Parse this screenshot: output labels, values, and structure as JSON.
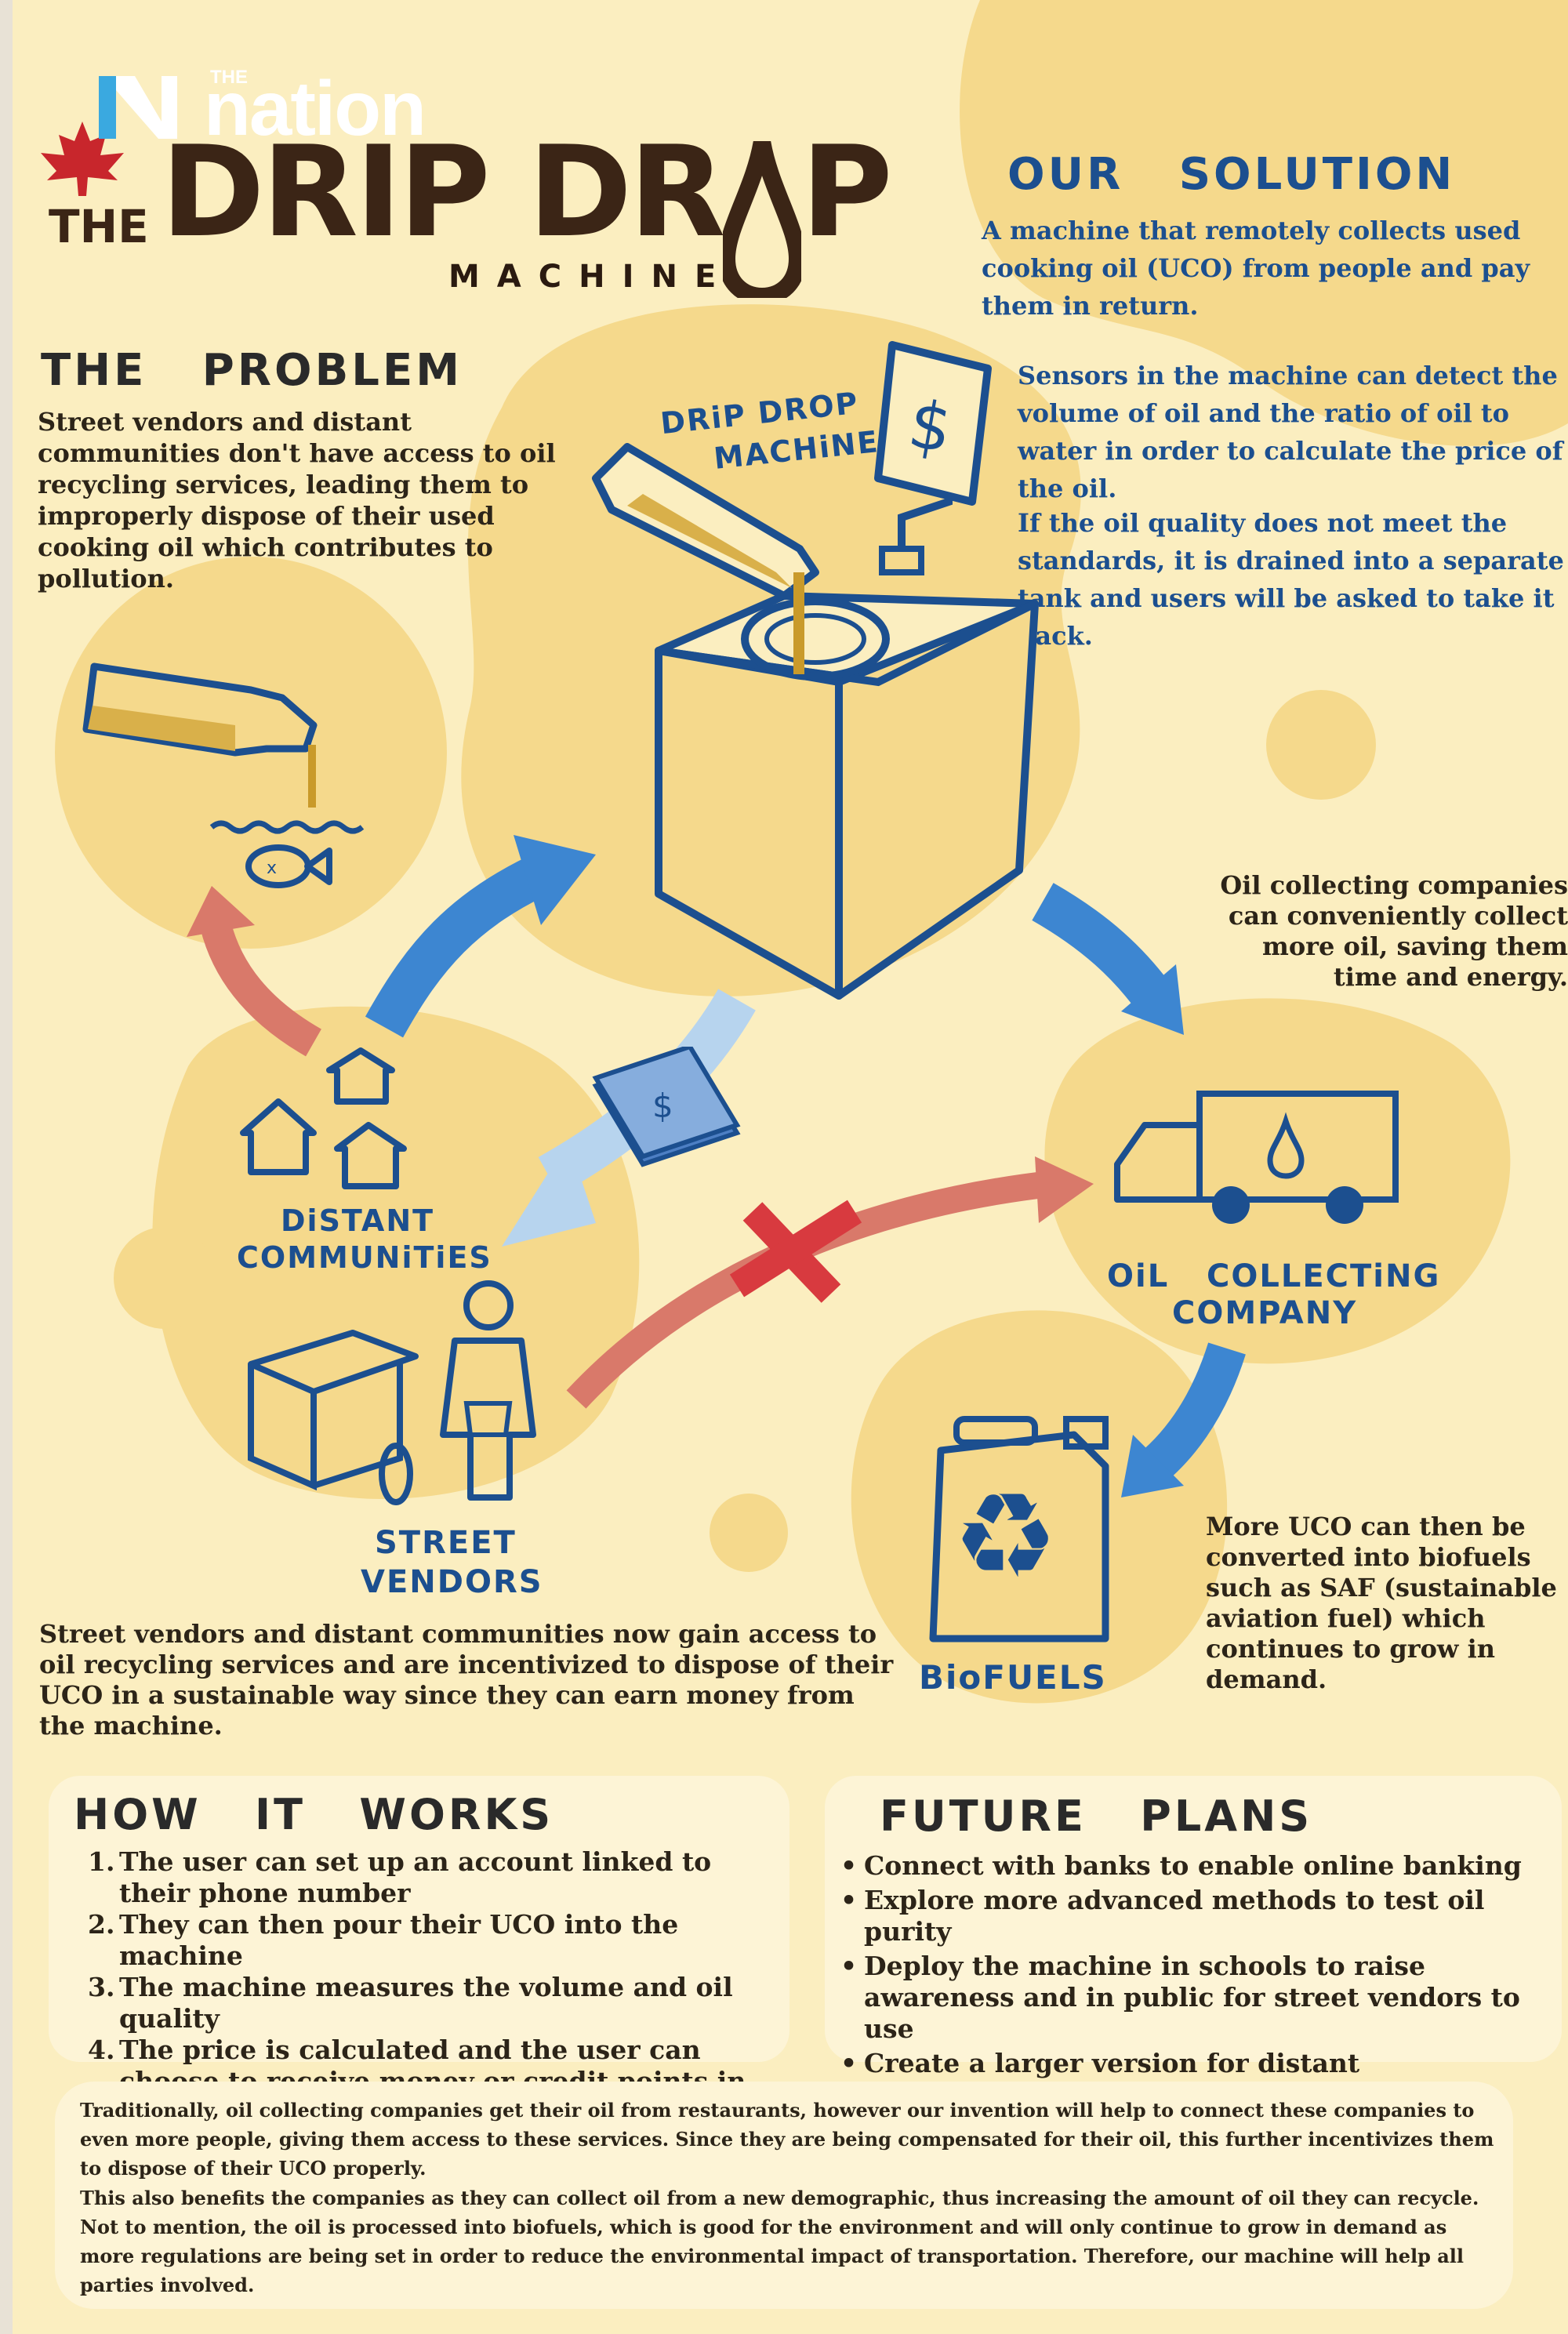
{
  "brand": {
    "small": "THE",
    "name": "nation"
  },
  "header": {
    "the": "THE",
    "title_main": "DRIP DR",
    "title_end": "P",
    "subtitle": "MACHINE"
  },
  "solution": {
    "title": "OUR   SOLUTION",
    "text": "A machine that remotely collects used cooking oil (UCO) from people and pay them in return.",
    "sensors": "Sensors in the machine can detect the volume of oil and the ratio of oil to water in order to calculate the price of the oil.",
    "quality": "If the oil quality does not meet the standards, it is drained into a separate tank and users will be asked to take it back."
  },
  "problem": {
    "title": "THE   PROBLEM",
    "text": "Street vendors and distant communities don't have access to oil recycling services, leading them to improperly dispose of their used cooking oil which contributes to pollution."
  },
  "labels": {
    "machine_line1": "DRiP DROP",
    "machine_line2": "MACHiNE",
    "dollar": "$",
    "distant_line1": "DiSTANT",
    "distant_line2": "COMMUNiTiES",
    "street_line1": "STREET",
    "street_line2": "VENDORS",
    "company_line1": "OiL   COLLECTiNG",
    "company_line2": "COMPANY",
    "biofuels": "BioFUELS"
  },
  "notes": {
    "collecting": "Oil collecting companies can conveniently collect more oil, saving them time and energy.",
    "biofuels": "More UCO can then be converted into biofuels such as SAF (sustainable aviation fuel) which continues to grow in demand.",
    "access": "Street vendors and distant communities now gain access to oil recycling services and are incentivized to dispose of their UCO in a sustainable way since they can earn money from the machine."
  },
  "how_it_works": {
    "title": "HOW   IT   WORKS",
    "steps": [
      "The user can set up an account linked to their phone number",
      "They can then pour their UCO into the machine",
      "The machine measures the volume and oil quality",
      "The price is calculated and the user can choose to receive money or credit points in return"
    ]
  },
  "future_plans": {
    "title": "FUTURE   PLANS",
    "items": [
      "Connect with banks to enable online banking",
      "Explore more advanced methods to test oil purity",
      "Deploy the machine in schools to raise awareness and in public for street vendors to use",
      "Create a larger version for distant communities"
    ]
  },
  "footer": {
    "p1": "Traditionally, oil collecting companies get their oil from restaurants, however our invention will help to connect these companies to even more people, giving them access to these services. Since they are being compensated for their oil, this further incentivizes them to dispose of their UCO properly.",
    "p2": "This also benefits the companies as they can collect oil from a new demographic, thus increasing the amount of oil they can recycle. Not to mention, the oil is processed into biofuels, which is good for the environment and will only continue to grow in demand as more regulations are being set in order to reduce the environmental impact of transportation. Therefore, our machine will help all parties involved."
  },
  "colors": {
    "background": "#fbeec0",
    "blob": "#f5d98c",
    "ink": "#1c4f8f",
    "arrow_blue": "#3d86d1",
    "arrow_red": "#d9796a",
    "cross": "#d83a3f",
    "title_brown": "#3b2516"
  }
}
